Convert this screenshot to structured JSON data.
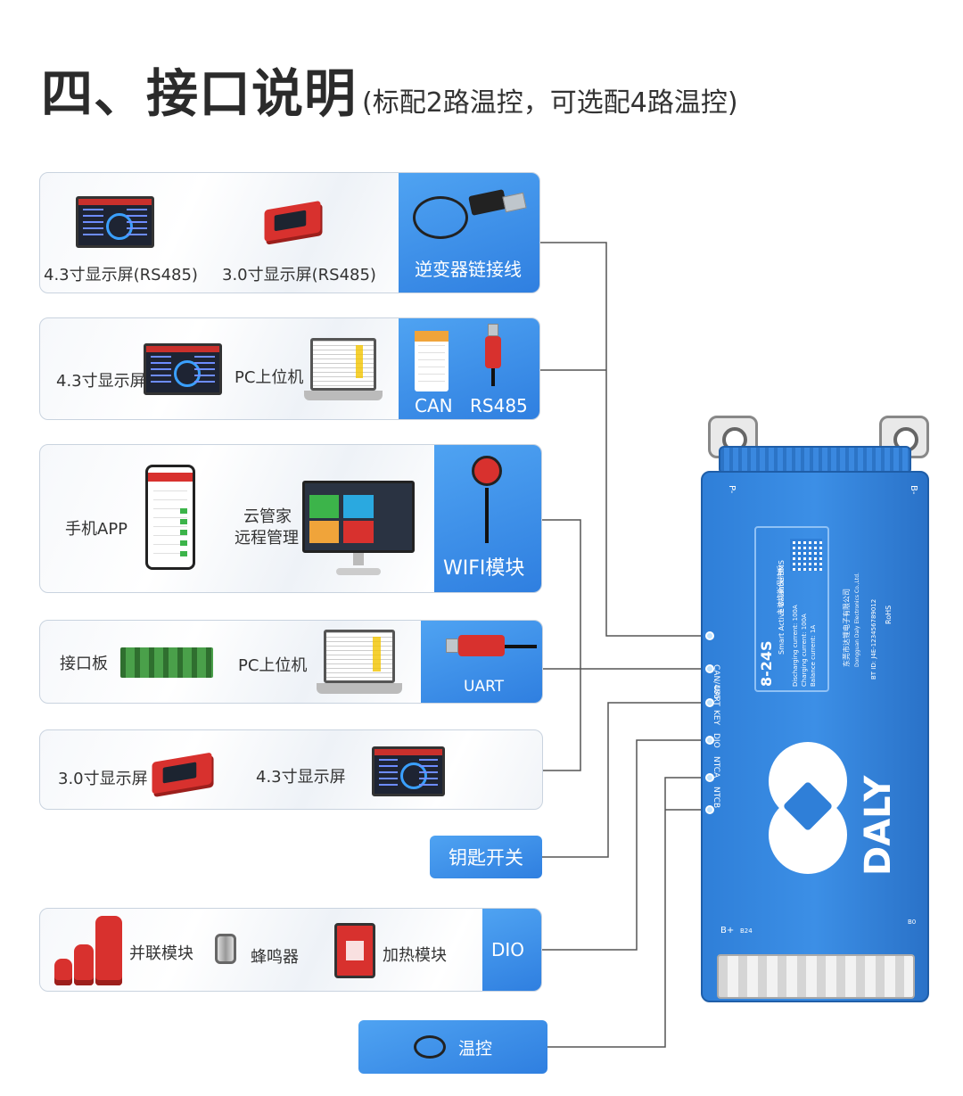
{
  "title": {
    "main": "四、接口说明",
    "sub": "(标配2路温控，可选配4路温控)"
  },
  "panels": {
    "inverter": {
      "display43": "4.3寸显示屏(RS485)",
      "display30": "3.0寸显示屏(RS485)",
      "cable": "逆变器链接线"
    },
    "can485": {
      "display43": "4.3寸显示屏",
      "pc": "PC上位机",
      "can": "CAN",
      "rs485": "RS485"
    },
    "wifi": {
      "app": "手机APP",
      "cloud_line1": "云管家",
      "cloud_line2": "远程管理",
      "module": "WIFI模块"
    },
    "uart": {
      "board": "接口板",
      "pc": "PC上位机",
      "label": "UART"
    },
    "displays": {
      "display30": "3.0寸显示屏",
      "display43": "4.3寸显示屏"
    },
    "dio": {
      "parallel": "并联模块",
      "buzzer": "蜂鸣器",
      "heater": "加热模块",
      "label": "DIO"
    }
  },
  "key_switch": "钥匙开关",
  "temp_control": "温控",
  "bms": {
    "brand": "DALY",
    "model": "8-24S",
    "product_cn": "主动均衡保护板",
    "product_en": "Smart Active Balance BMS",
    "spec_discharge": "Discharging current: 100A",
    "spec_charge": "Charging current: 100A",
    "spec_balance": "Balance current: 1A",
    "spec_rohs": "RoHS",
    "bt_id": "BT ID: J4E-123456789012",
    "company": "东莞市达锂电子有限公司",
    "website": "Dongguan Daly Electronics Co.,Ltd.",
    "port_labels": [
      "CAN/485",
      "UART",
      "KEY",
      "DIO",
      "NTCA",
      "NTCB"
    ],
    "terminal_p": "P-",
    "terminal_b_minus": "B-",
    "terminal_b_plus": "B+",
    "b24": "B24",
    "b0": "B0"
  },
  "colors": {
    "accent": "#2f7fe0",
    "bms_blue": "#2f7fd8",
    "wire": "#555555"
  }
}
